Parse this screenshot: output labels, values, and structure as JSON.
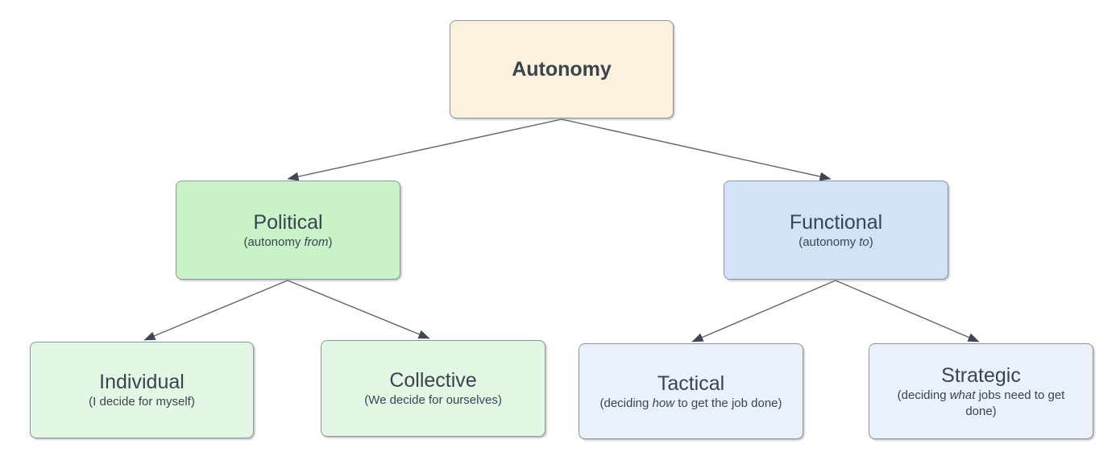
{
  "colors": {
    "background": "#ffffff",
    "edge_line": "#5f6772",
    "arrowhead": "#3e4754",
    "node_border": "#8e959e",
    "text": "#3a4450"
  },
  "nodes": {
    "autonomy": {
      "title": "Autonomy",
      "fill": "#fcf1dc"
    },
    "political": {
      "title": "Political",
      "subtitle_pre": "(autonomy ",
      "subtitle_italic": "from",
      "subtitle_post": ")",
      "fill": "#c9f2c9"
    },
    "functional": {
      "title": "Functional",
      "subtitle_pre": "(autonomy ",
      "subtitle_italic": "to",
      "subtitle_post": ")",
      "fill": "#d2e3f8"
    },
    "individual": {
      "title": "Individual",
      "subtitle_pre": "(I decide for myself)",
      "subtitle_italic": "",
      "subtitle_post": "",
      "fill": "#e2f8e4"
    },
    "collective": {
      "title": "Collective",
      "subtitle_pre": "(We decide for ourselves)",
      "subtitle_italic": "",
      "subtitle_post": "",
      "fill": "#e2f8e4"
    },
    "tactical": {
      "title": "Tactical",
      "subtitle_pre": "(deciding ",
      "subtitle_italic": "how",
      "subtitle_post": " to get the job done)",
      "fill": "#eaf1fb"
    },
    "strategic": {
      "title": "Strategic",
      "subtitle_pre": "(deciding ",
      "subtitle_italic": "what",
      "subtitle_post": " jobs need to get done)",
      "fill": "#eaf1fb"
    }
  },
  "edges": [
    {
      "from": "autonomy",
      "to": "political"
    },
    {
      "from": "autonomy",
      "to": "functional"
    },
    {
      "from": "political",
      "to": "individual"
    },
    {
      "from": "political",
      "to": "collective"
    },
    {
      "from": "functional",
      "to": "tactical"
    },
    {
      "from": "functional",
      "to": "strategic"
    }
  ]
}
